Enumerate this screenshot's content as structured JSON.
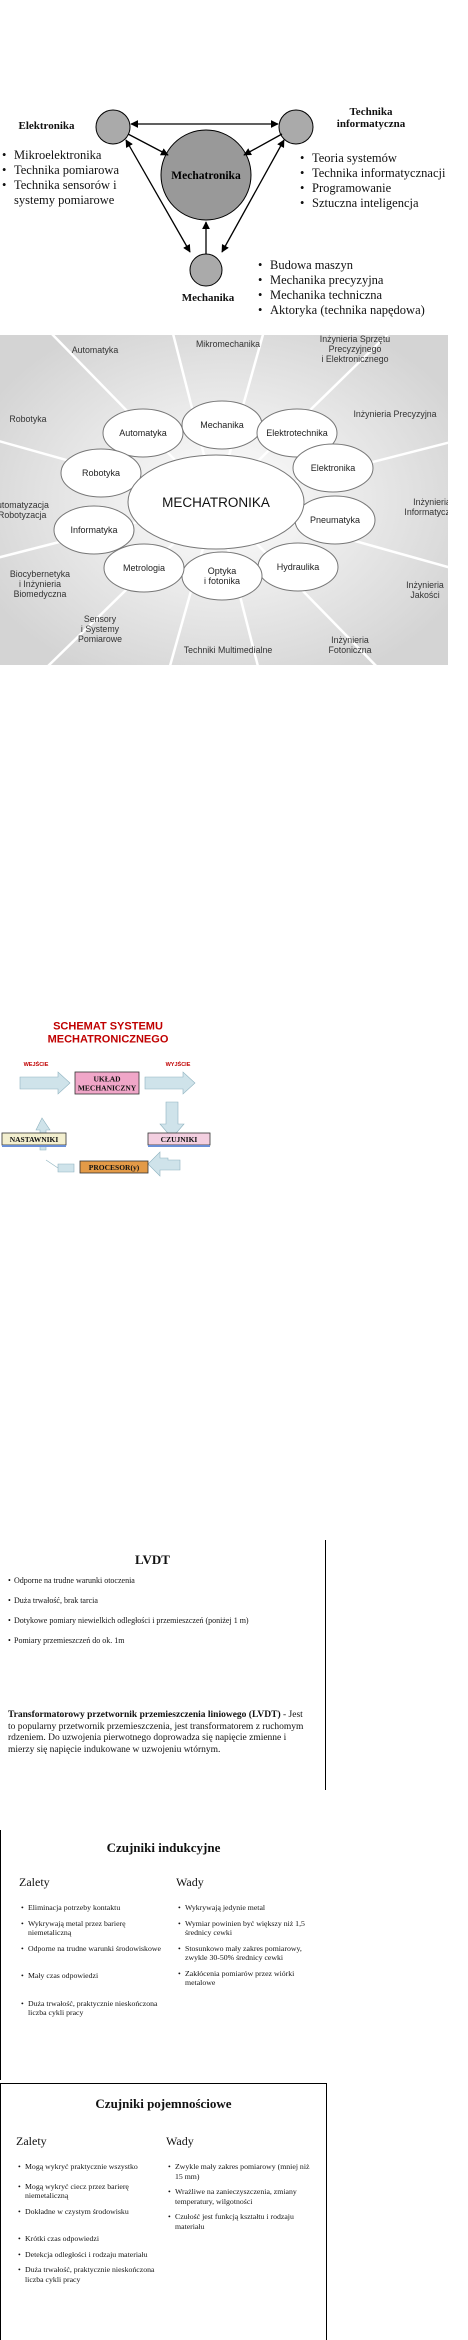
{
  "triad": {
    "center": "Mechatronika",
    "elektronika": "Elektronika",
    "informatyka": "Technika informatyczna",
    "mechanika": "Mechanika",
    "left_list": [
      "Mikroelektronika",
      "Technika pomiarowa",
      "Technika sensorów i systemy pomiarowe"
    ],
    "right_list": [
      "Teoria systemów",
      "Technika informatycznacji",
      "Programowanie",
      "Sztuczna inteligencja"
    ],
    "bottom_list": [
      "Budowa maszyn",
      "Mechanika precyzyjna",
      "Mechanika techniczna",
      "Aktoryka (technika napędowa)"
    ]
  },
  "wheel": {
    "center": "MECHATRONIKA",
    "inner": [
      "Automatyka",
      "Mechanika",
      "Elektrotechnika",
      "Elektronika",
      "Pneumatyka",
      "Hydraulika",
      "Optyka\ni fotonika",
      "Metrologia",
      "Informatyka",
      "Robotyka"
    ],
    "outer": [
      "Automatyka",
      "Mikromechanika",
      "Inżynieria Sprzętu\nPrecyzyjnego\ni Elektronicznego",
      "Inżynieria Precyzyjna",
      "Inżynieria\nInformatyczna",
      "Inżynieria\nJakości",
      "Inżynieria\nFotoniczna",
      "Techniki Multimedialne",
      "Sensory\ni Systemy\nPomiarowe",
      "Biocybernetyka\ni Inżynieria\nBiomedyczna",
      "Automatyzacja\ni Robotyzacja",
      "Robotyka"
    ]
  },
  "schema": {
    "title": "SCHEMAT SYSTEMU\nMECHATRONICZNEGO",
    "wejscie": "WEJŚCIE",
    "wyjscie": "WYJŚCIE",
    "uklad": "UKŁAD\nMECHANICZNY",
    "nastawniki": "NASTAWNIKI",
    "czujniki": "CZUJNIKI",
    "procesor": "PROCESOR(y)"
  },
  "lvdt": {
    "title": "LVDT",
    "bullets": [
      "Odporne na trudne warunki otoczenia",
      "Duża trwałość, brak tarcia",
      "Dotykowe pomiary niewielkich odległości i przemieszczeń (poniżej 1 m)",
      "Pomiary przemieszczeń do ok. 1m"
    ],
    "para_bold": "Transformatorowy przetwornik przemieszczenia liniowego (LVDT)",
    "para_rest": " - Jest to popularny przetwornik przemieszczenia, jest transformatorem z ruchomym rdzeniem. Do uzwojenia pierwotnego doprowadza się napięcie zmienne i mierzy się napięcie indukowane w uzwojeniu wtórnym."
  },
  "inductive": {
    "title": "Czujniki indukcyjne",
    "pros_h": "Zalety",
    "cons_h": "Wady",
    "pros": [
      "Eliminacja potrzeby kontaktu",
      "Wykrywają metal przez barierę niemetaliczną",
      "Odporne na trudne warunki środowiskowe",
      "Mały czas odpowiedzi",
      "Duża trwałość, praktycznie nieskończona liczba cykli pracy"
    ],
    "cons": [
      "Wykrywają jedynie metal",
      "Wymiar powinien być większy niż 1,5 średnicy cewki",
      "Stosunkowo mały zakres pomiarowy, zwykle 30-50% średnicy cewki",
      "Zakłócenia pomiarów przez wiórki metalowe"
    ]
  },
  "capacitive": {
    "title": "Czujniki pojemnościowe",
    "pros_h": "Zalety",
    "cons_h": "Wady",
    "pros": [
      "Mogą wykryć praktycznie wszystko",
      "Mogą wykryć ciecz przez barierę niemetaliczną",
      "Dokładne w czystym środowisku",
      "Krótki czas odpowiedzi",
      "Detekcja odległości i rodzaju materiału",
      "Duża trwałość, praktycznie nieskończona liczba cykli pracy"
    ],
    "cons": [
      "Zwykle mały zakres pomiarowy (mniej niż 15 mm)",
      "Wrażliwe na zanieczyszczenia, zmiany temperatury, wilgotności",
      "Czułość jest funkcją kształtu i rodzaju materiału"
    ]
  }
}
